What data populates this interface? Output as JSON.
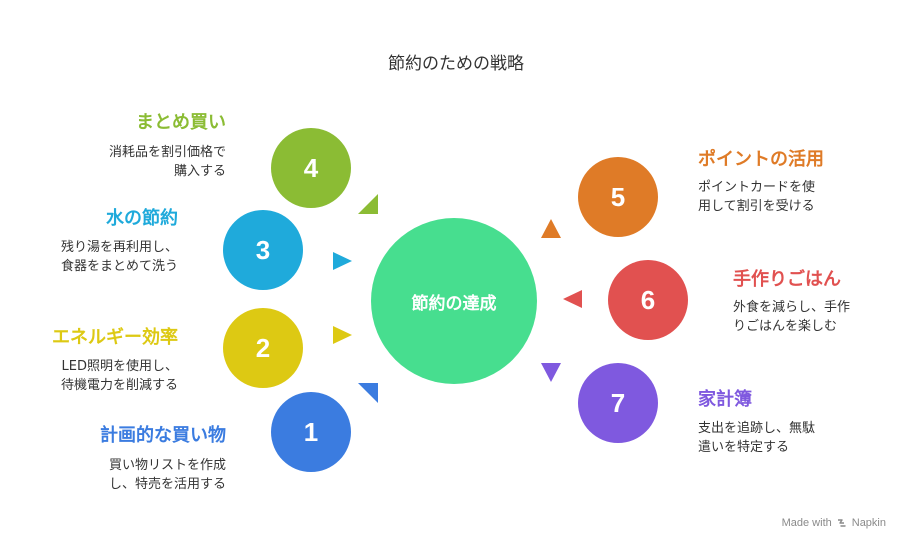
{
  "title": "節約のための戦略",
  "center": {
    "label": "節約の達成",
    "color": "#47DE8F"
  },
  "strategies": [
    {
      "number": "4",
      "heading": "まとめ買い",
      "desc": [
        "消耗品を割引価格で",
        "購入する"
      ],
      "color": "#8BBC34"
    },
    {
      "number": "3",
      "heading": "水の節約",
      "desc": [
        "残り湯を再利用し、",
        "食器をまとめて洗う"
      ],
      "color": "#1FAADB"
    },
    {
      "number": "2",
      "heading": "エネルギー効率",
      "desc": [
        "LED照明を使用し、",
        "待機電力を削減する"
      ],
      "color": "#DDC913"
    },
    {
      "number": "1",
      "heading": "計画的な買い物",
      "desc": [
        "買い物リストを作成",
        "し、特売を活用する"
      ],
      "color": "#3B7CE0"
    },
    {
      "number": "5",
      "heading": "ポイントの活用",
      "desc": [
        "ポイントカードを使",
        "用して割引を受ける"
      ],
      "color": "#DF7B27"
    },
    {
      "number": "6",
      "heading": "手作りごはん",
      "desc": [
        "外食を減らし、手作",
        "りごはんを楽しむ"
      ],
      "color": "#E15150"
    },
    {
      "number": "7",
      "heading": "家計簿",
      "desc": [
        "支出を追跡し、無駄",
        "遣いを特定する"
      ],
      "color": "#7F59DF"
    }
  ],
  "footer": {
    "text": "Made with",
    "brand": "Napkin"
  }
}
